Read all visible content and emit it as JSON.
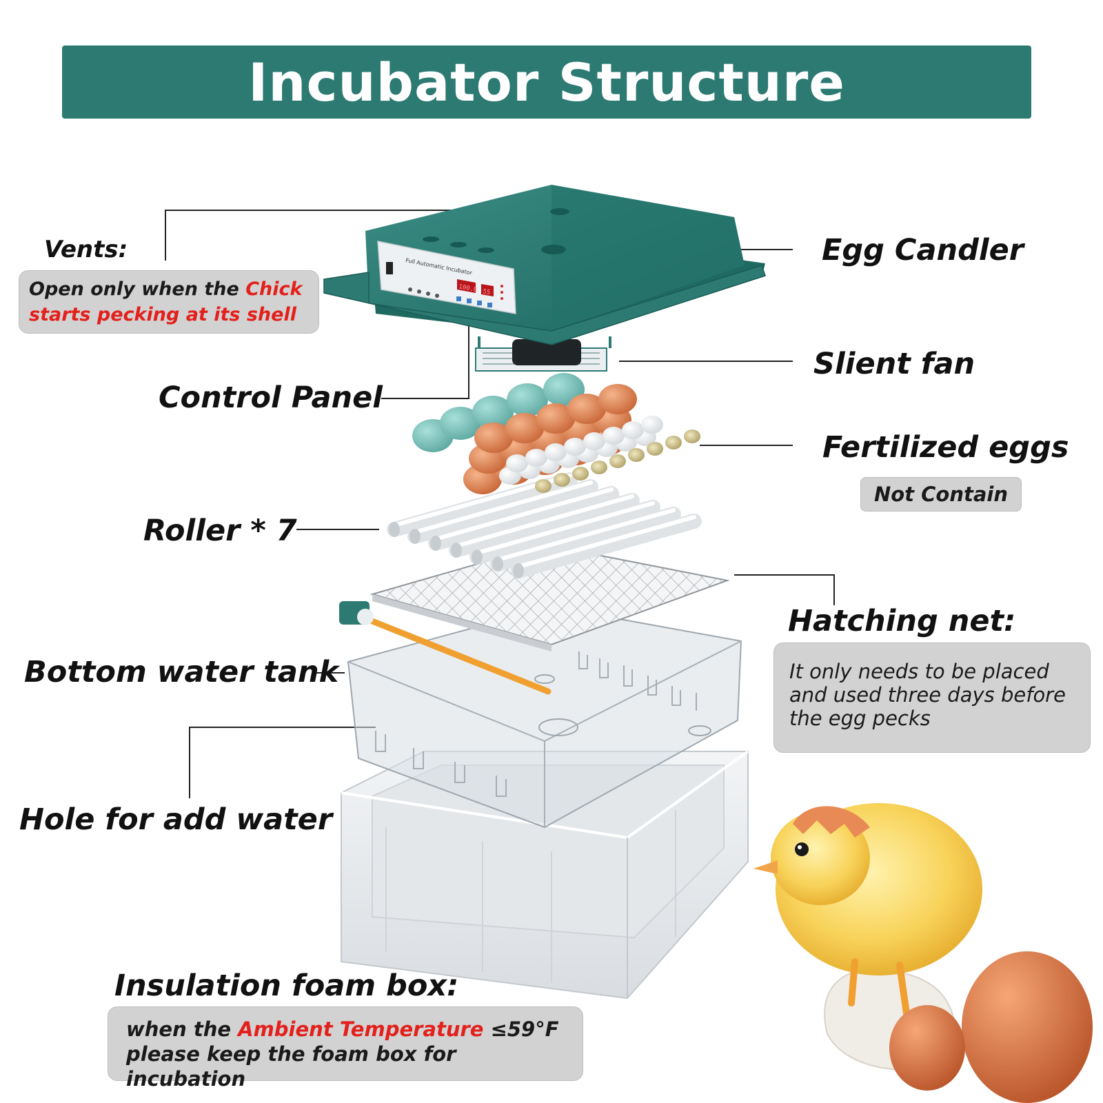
{
  "title": "Incubator Structure",
  "labels": {
    "vents": "Vents:",
    "vents_note_pre": "Open only when the ",
    "vents_note_hl1": "Chick",
    "vents_note_hl2": "starts pecking at its shell",
    "egg_candler": "Egg Candler",
    "control_panel": "Control Panel",
    "silent_fan": "Slient fan",
    "fertilized_eggs": "Fertilized eggs",
    "not_contain": "Not Contain",
    "roller": "Roller * 7",
    "hatching_net": "Hatching net:",
    "hatching_note_1": "It only needs to be placed",
    "hatching_note_2": "and used three days before",
    "hatching_note_3": "the egg pecks",
    "bottom_water_tank": "Bottom water tank",
    "hole_for_water": "Hole for add water",
    "foam_box": "Insulation foam box:",
    "foam_note_pre": "when the ",
    "foam_note_hl": "Ambient Temperature",
    "foam_note_post": " ≤59°F",
    "foam_note_2": "please keep the foam box for incubation"
  },
  "panel_text": {
    "brand": "Full Automatic Incubator",
    "display_left": "100.0",
    "display_right": "55"
  },
  "colors": {
    "banner": "#2c7a72",
    "lid": "#2c7a72",
    "highlight": "#e3201b",
    "note_bg": "#d2d2d2"
  }
}
